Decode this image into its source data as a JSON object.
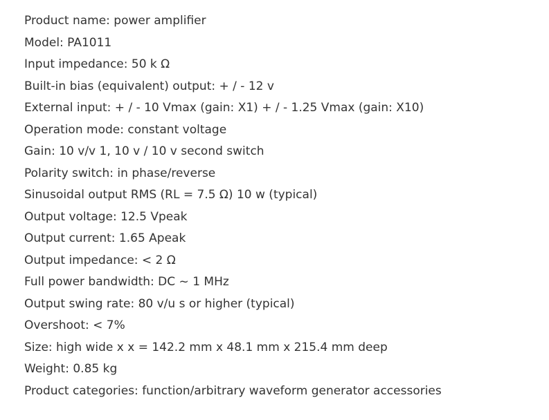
{
  "specs": [
    "Product name: power amplifier",
    "Model: PA1011",
    "Input impedance: 50 k Ω",
    "Built-in bias (equivalent) output: + / - 12 v",
    "External input: + / - 10 Vmax (gain: X1) + / - 1.25 Vmax (gain: X10)",
    "Operation mode: constant voltage",
    "Gain: 10 v/v 1, 10 v / 10 v second switch",
    "Polarity switch: in phase/reverse",
    "Sinusoidal output RMS (RL = 7.5 Ω) 10 w (typical)",
    "Output voltage: 12.5 Vpeak",
    "Output current: 1.65 Apeak",
    "Output impedance: < 2 Ω",
    "Full power bandwidth: DC ~ 1 MHz",
    "Output swing rate: 80 v/u s or higher (typical)",
    "Overshoot: < 7%",
    "Size: high wide x x = 142.2 mm x 48.1 mm x 215.4 mm deep",
    "Weight: 0.85 kg",
    "Product categories: function/arbitrary waveform generator accessories"
  ]
}
